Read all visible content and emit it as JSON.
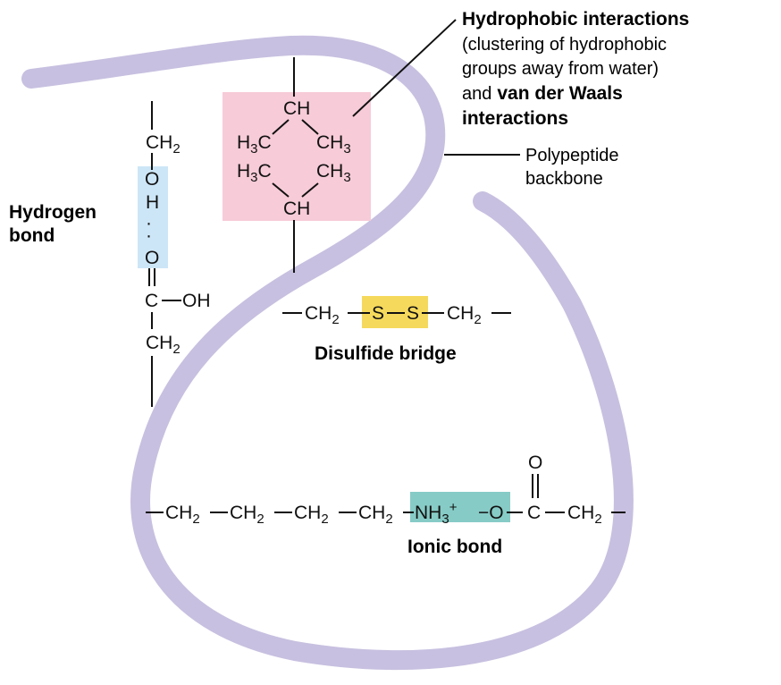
{
  "colors": {
    "backbone": "#c8c0e0",
    "hydrophobic_box": "#f7cbd8",
    "hydrogen_box": "#cde6f7",
    "disulfide_box": "#f5d95c",
    "ionic_box": "#86cbc6",
    "ink": "#111111"
  },
  "labels": {
    "hydrophobic_title": "Hydrophobic interactions",
    "hydrophobic_line2": "(clustering of hydrophobic",
    "hydrophobic_line3": "groups away from water)",
    "hydrophobic_line4_and": "and",
    "hydrophobic_line4_vdw": "van der Waals",
    "hydrophobic_line5": "interactions",
    "polypeptide_line1": "Polypeptide",
    "polypeptide_line2": "backbone",
    "hydrogen_line1": "Hydrogen",
    "hydrogen_line2": "bond",
    "disulfide": "Disulfide bridge",
    "ionic": "Ionic bond"
  },
  "chem": {
    "CH": "CH",
    "CH2": "CH",
    "sub2": "2",
    "sub3": "3",
    "H": "H",
    "C": "C",
    "O": "O",
    "OH": "OH",
    "H_hb": "H",
    "S": "S",
    "NH": "NH",
    "plus": "+",
    "minus_O": "−O",
    "dots": "·"
  }
}
